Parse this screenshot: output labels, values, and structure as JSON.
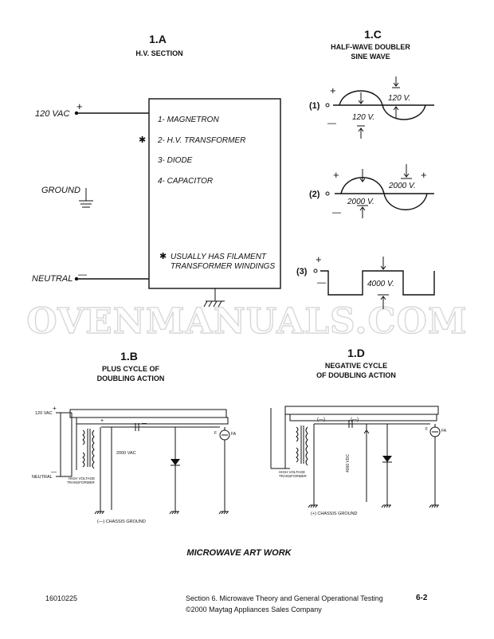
{
  "section_1a": {
    "number": "1.A",
    "title": "H.V. SECTION",
    "input_label": "120 VAC",
    "ground_label": "GROUND",
    "neutral_label": "NEUTRAL",
    "plus_sign": "+",
    "minus_sign": "—",
    "components": [
      "1-  MAGNETRON",
      "2-  H.V.  TRANSFORMER",
      "3-  DIODE",
      "4-  CAPACITOR"
    ],
    "asterisk": "✱",
    "note_line1": "USUALLY  HAS  FILAMENT",
    "note_line2": "TRANSFORMER  WINDINGS"
  },
  "section_1c": {
    "number": "1.C",
    "title_line1": "HALF-WAVE DOUBLER",
    "title_line2": "SINE WAVE",
    "plus_sign": "+",
    "minus_sign": "—",
    "waves": [
      {
        "index": "(1)",
        "upper_label": "120 V.",
        "lower_label": "120 V."
      },
      {
        "index": "(2)",
        "upper_label": "2000 V.",
        "lower_label": "2000 V."
      },
      {
        "index": "(3)",
        "label": "4000 V."
      }
    ]
  },
  "watermark": "OVENMANUALS.COM",
  "section_1b": {
    "number": "1.B",
    "title_line1": "PLUS CYCLE OF",
    "title_line2": "DOUBLING ACTION",
    "input_label": "120 VAC",
    "neutral_label": "NEUTRAL",
    "transformer_label_line1": "HIGH VOLTAGE",
    "transformer_label_line2": "TRANSFORMER",
    "voltage_label": "2000 VAC",
    "ground_label": "(—)  CHASSIS GROUND",
    "filament_label": "F",
    "cathode_label": "FA",
    "plus_sign": "+",
    "minus_sign": "—"
  },
  "section_1d": {
    "number": "1.D",
    "title_line1": "NEGATIVE CYCLE",
    "title_line2": "OF DOUBLING ACTION",
    "transformer_label_line1": "HIGH VOLTAGE",
    "transformer_label_line2": "TRANSFORMER",
    "voltage_label": "4000 VDC",
    "ground_label": "(+)  CHASSIS GROUND",
    "filament_label": "F",
    "cathode_label": "FA",
    "neg_sign": "(—)"
  },
  "caption": "MICROWAVE ART WORK",
  "footer": {
    "doc_number": "16010225",
    "section_text": "Section 6.  Microwave Theory and General Operational Testing",
    "copyright": "©2000 Maytag Appliances Sales Company",
    "page_number": "6-2"
  }
}
